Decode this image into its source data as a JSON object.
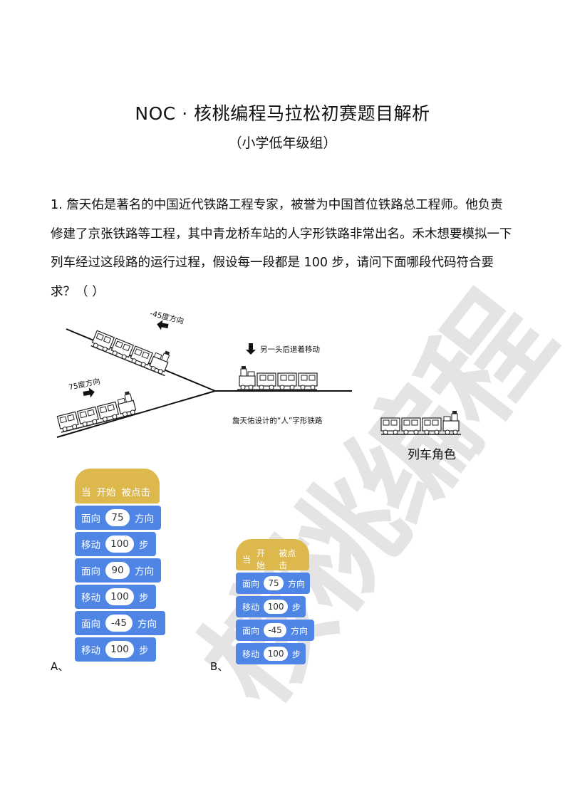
{
  "watermark": "核桃编程",
  "title": "NOC · 核桃编程马拉松初赛题目解析",
  "subtitle": "（小学低年级组）",
  "question": "1. 詹天佑是著名的中国近代铁路工程专家，被誉为中国首位铁路总工程师。他负责修建了京张铁路等工程，其中青龙桥车站的人字形铁路非常出名。禾木想要模拟一下列车经过这段路的运行过程，假设每一段都是 100 步，请问下面哪段代码符合要求？（    ）",
  "figure": {
    "label_minus45": "-45度方向",
    "label_75": "75度方向",
    "label_back": "另一头后退着移动",
    "label_railway": "詹天佑设计的“人”字形铁路",
    "role_caption": "列车角色"
  },
  "option_a": {
    "letter": "A、",
    "hat": [
      "当",
      "开始",
      "被点击"
    ],
    "blocks": [
      {
        "pre": "面向",
        "val": "75",
        "post": "方向"
      },
      {
        "pre": "移动",
        "val": "100",
        "post": "步"
      },
      {
        "pre": "面向",
        "val": "90",
        "post": "方向"
      },
      {
        "pre": "移动",
        "val": "100",
        "post": "步"
      },
      {
        "pre": "面向",
        "val": "-45",
        "post": "方向"
      },
      {
        "pre": "移动",
        "val": "100",
        "post": "步"
      }
    ]
  },
  "option_b": {
    "letter": "B、",
    "hat": [
      "当",
      "开始",
      "被点击"
    ],
    "blocks": [
      {
        "pre": "面向",
        "val": "75",
        "post": "方向"
      },
      {
        "pre": "移动",
        "val": "100",
        "post": "步"
      },
      {
        "pre": "面向",
        "val": "-45",
        "post": "方向"
      },
      {
        "pre": "移动",
        "val": "100",
        "post": "步"
      }
    ]
  }
}
